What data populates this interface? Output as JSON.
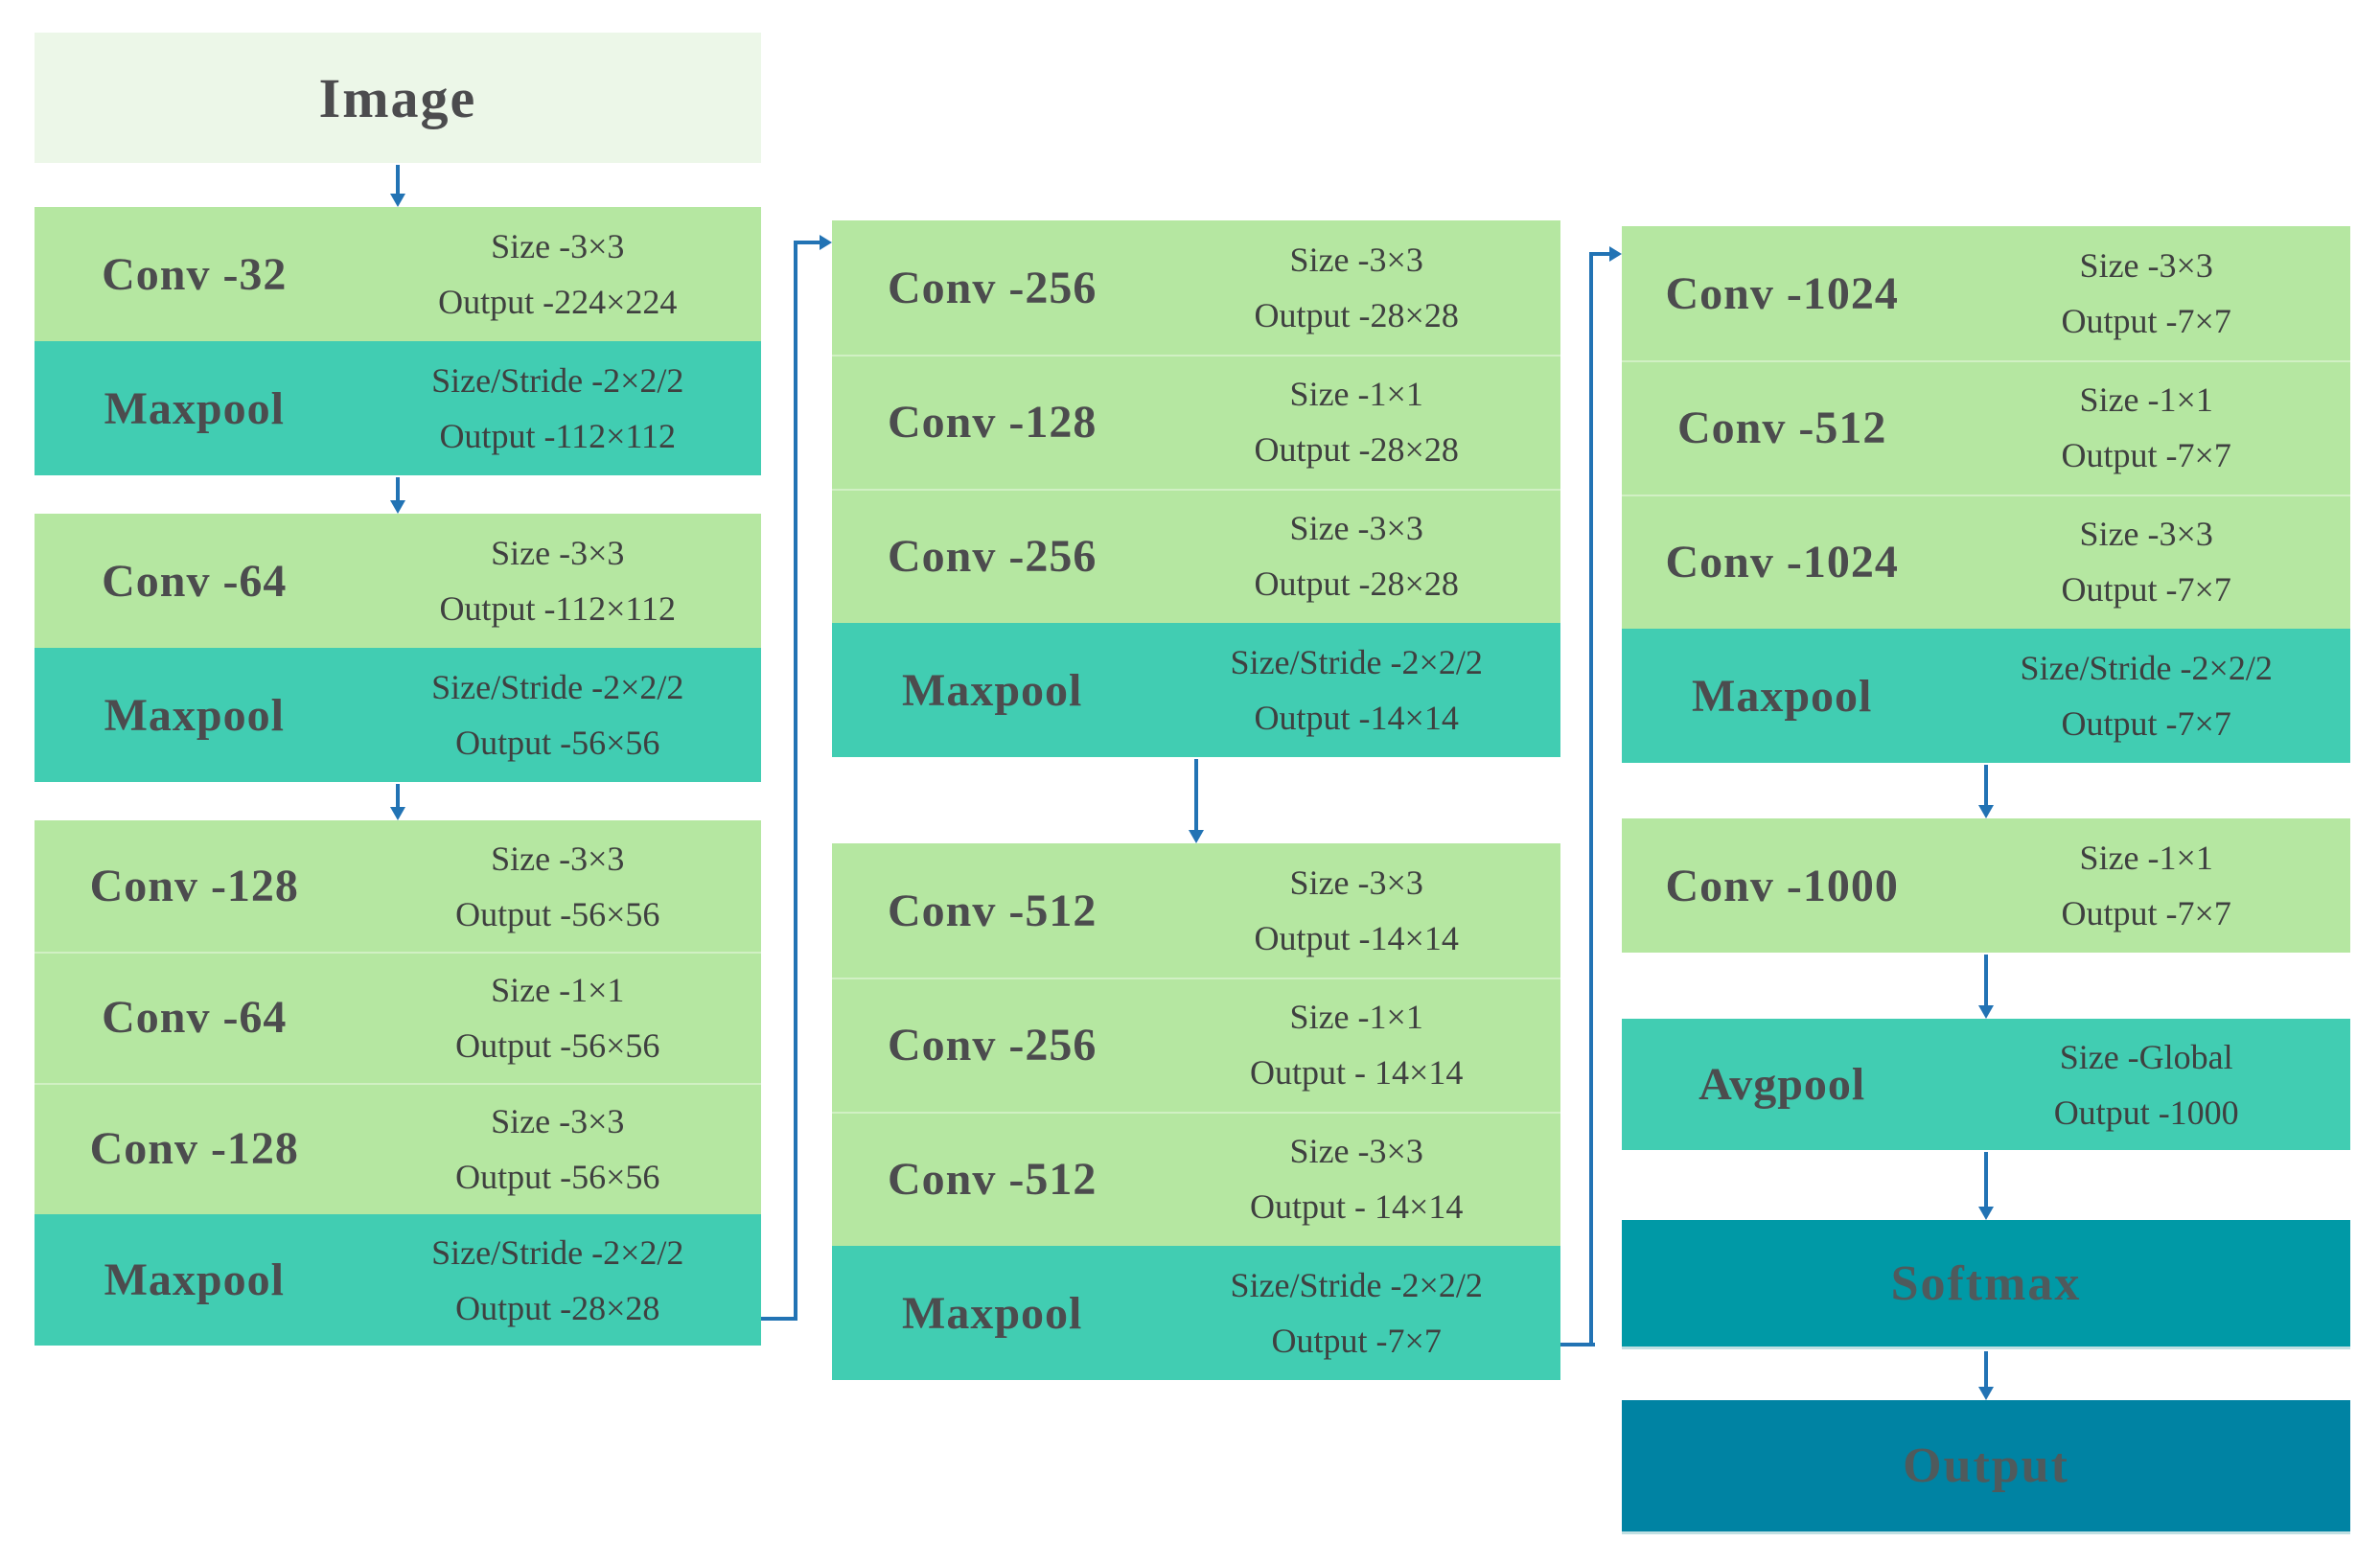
{
  "diagram_title": "CNN layer flow diagram",
  "colors": {
    "input_block": "#ecf7e8",
    "conv_block": "#b5e7a1",
    "pool_block": "#41cdb2",
    "softmax_block": "#0099a6",
    "output_block": "#0083a3",
    "connector": "#2273b4",
    "label_text": "#4c4c4e",
    "detail_text": "#3f4040"
  },
  "input_label": "Image",
  "softmax_label": "Softmax",
  "output_label": "Output",
  "columns": [
    {
      "id": "col1",
      "rows": [
        {
          "type": "conv",
          "label": "Conv -32",
          "line1": "Size -3×3",
          "line2": "Output -224×224"
        },
        {
          "type": "maxpool",
          "label": "Maxpool",
          "line1": "Size/Stride -2×2/2",
          "line2": "Output -112×112"
        },
        {
          "type": "conv",
          "label": "Conv -64",
          "line1": "Size -3×3",
          "line2": "Output -112×112"
        },
        {
          "type": "maxpool",
          "label": "Maxpool",
          "line1": "Size/Stride -2×2/2",
          "line2": "Output -56×56"
        },
        {
          "type": "conv",
          "label": "Conv -128",
          "line1": "Size -3×3",
          "line2": "Output -56×56"
        },
        {
          "type": "conv",
          "label": "Conv -64",
          "line1": "Size -1×1",
          "line2": "Output -56×56"
        },
        {
          "type": "conv",
          "label": "Conv -128",
          "line1": "Size -3×3",
          "line2": "Output -56×56"
        },
        {
          "type": "maxpool",
          "label": "Maxpool",
          "line1": "Size/Stride -2×2/2",
          "line2": "Output -28×28"
        }
      ]
    },
    {
      "id": "col2",
      "rows": [
        {
          "type": "conv",
          "label": "Conv -256",
          "line1": "Size -3×3",
          "line2": "Output -28×28"
        },
        {
          "type": "conv",
          "label": "Conv -128",
          "line1": "Size -1×1",
          "line2": "Output -28×28"
        },
        {
          "type": "conv",
          "label": "Conv -256",
          "line1": "Size -3×3",
          "line2": "Output -28×28"
        },
        {
          "type": "maxpool",
          "label": "Maxpool",
          "line1": "Size/Stride -2×2/2",
          "line2": "Output -14×14"
        },
        {
          "type": "conv",
          "label": "Conv -512",
          "line1": "Size -3×3",
          "line2": "Output -14×14"
        },
        {
          "type": "conv",
          "label": "Conv -256",
          "line1": "Size -1×1",
          "line2": "Output - 14×14"
        },
        {
          "type": "conv",
          "label": "Conv -512",
          "line1": "Size -3×3",
          "line2": "Output - 14×14"
        },
        {
          "type": "maxpool",
          "label": "Maxpool",
          "line1": "Size/Stride -2×2/2",
          "line2": "Output -7×7"
        }
      ]
    },
    {
      "id": "col3",
      "rows": [
        {
          "type": "conv",
          "label": "Conv -1024",
          "line1": "Size -3×3",
          "line2": "Output -7×7"
        },
        {
          "type": "conv",
          "label": "Conv -512",
          "line1": "Size -1×1",
          "line2": "Output -7×7"
        },
        {
          "type": "conv",
          "label": "Conv -1024",
          "line1": "Size -3×3",
          "line2": "Output -7×7"
        },
        {
          "type": "maxpool",
          "label": "Maxpool",
          "line1": "Size/Stride -2×2/2",
          "line2": "Output -7×7"
        },
        {
          "type": "conv",
          "label": "Conv -1000",
          "line1": "Size -1×1",
          "line2": "Output -7×7"
        },
        {
          "type": "avgpool",
          "label": "Avgpool",
          "line1": "Size -Global",
          "line2": "Output -1000"
        }
      ]
    }
  ]
}
